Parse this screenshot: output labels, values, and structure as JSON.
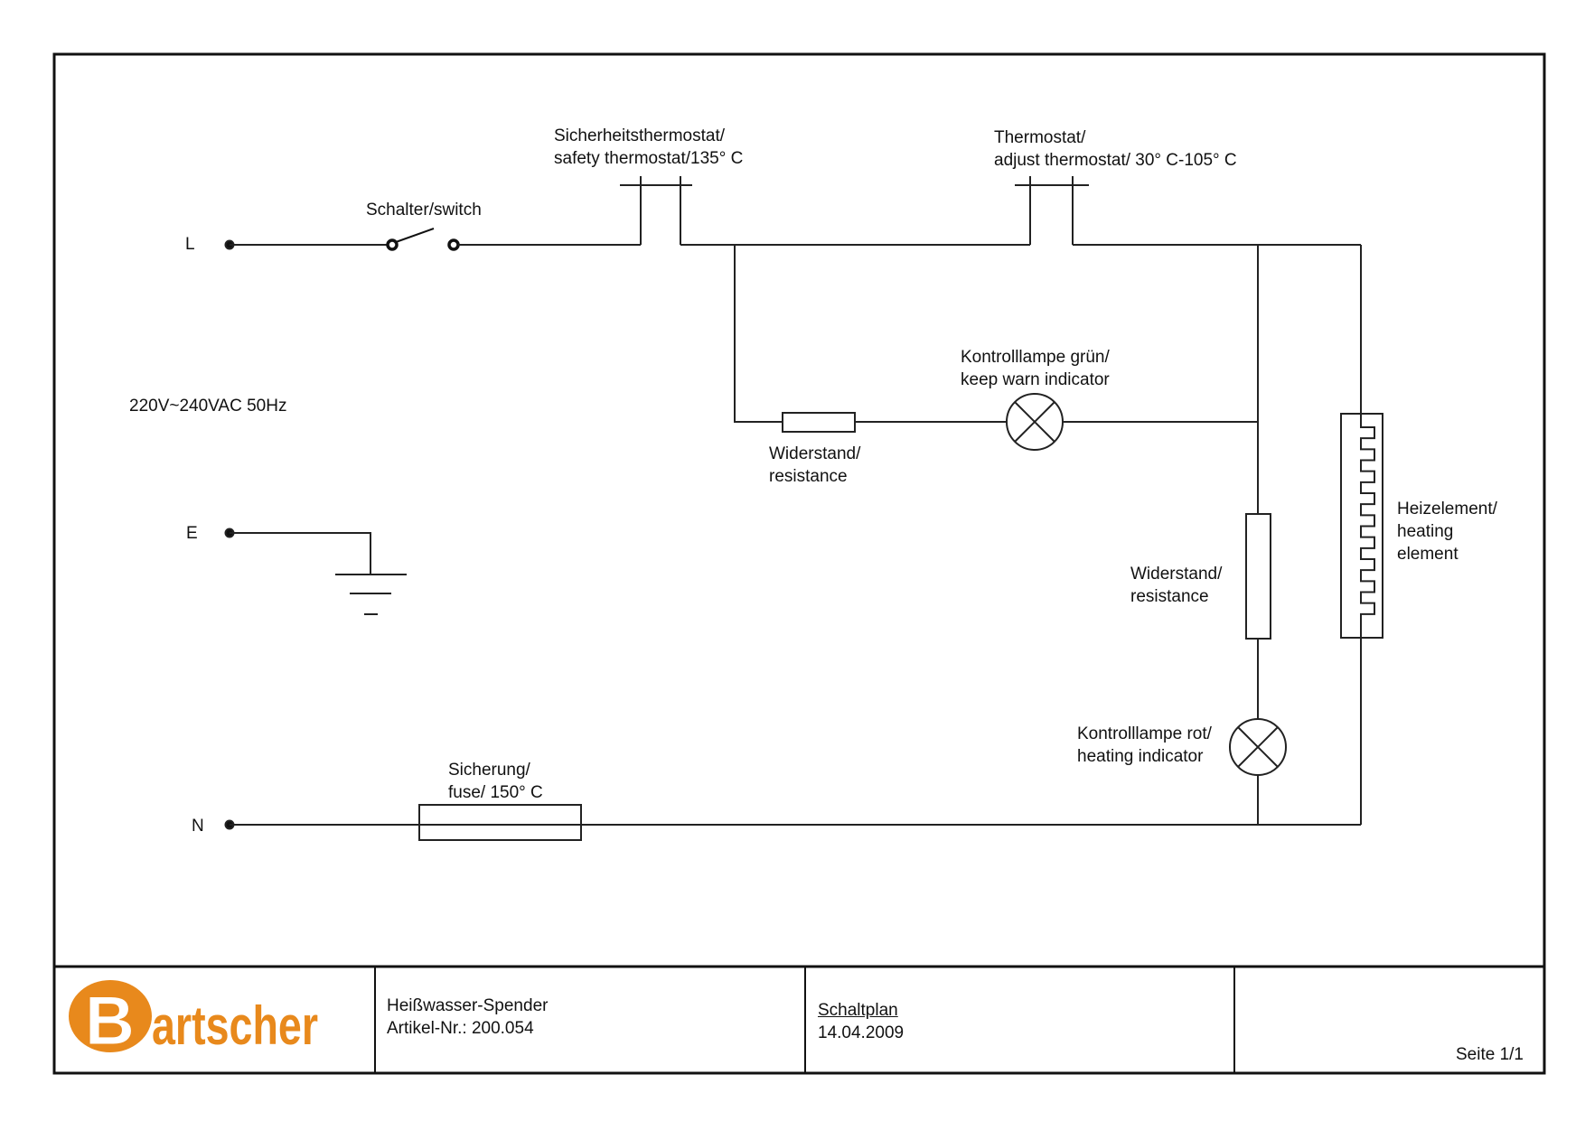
{
  "terminals": {
    "L": "L",
    "E": "E",
    "N": "N"
  },
  "supply": "220V~240VAC 50Hz",
  "components": {
    "switch": {
      "label": "Schalter/switch"
    },
    "safety_thermostat": {
      "label_line1": "Sicherheitsthermostat/",
      "label_line2": "safety thermostat/135° C"
    },
    "adjust_thermostat": {
      "label_line1": "Thermostat/",
      "label_line2": "adjust thermostat/ 30° C-105° C"
    },
    "keep_warn_lamp": {
      "label_line1": "Kontrolllampe grün/",
      "label_line2": "keep warn indicator"
    },
    "resistor_horizontal": {
      "label_line1": "Widerstand/",
      "label_line2": "resistance"
    },
    "resistor_vertical": {
      "label_line1": "Widerstand/",
      "label_line2": "resistance"
    },
    "heating_element": {
      "label_line1": "Heizelement/",
      "label_line2": "heating",
      "label_line3": "element"
    },
    "heating_lamp": {
      "label_line1": "Kontrolllampe rot/",
      "label_line2": "heating indicator"
    },
    "fuse": {
      "label_line1": "Sicherung/",
      "label_line2": "fuse/ 150° C"
    }
  },
  "title_block": {
    "brand": "Bartscher",
    "brand_color": "#E8891C",
    "product": "Heißwasser-Spender",
    "article": "Artikel-Nr.: 200.054",
    "doc_type": "Schaltplan",
    "date": "14.04.2009",
    "page": "Seite 1/1"
  }
}
